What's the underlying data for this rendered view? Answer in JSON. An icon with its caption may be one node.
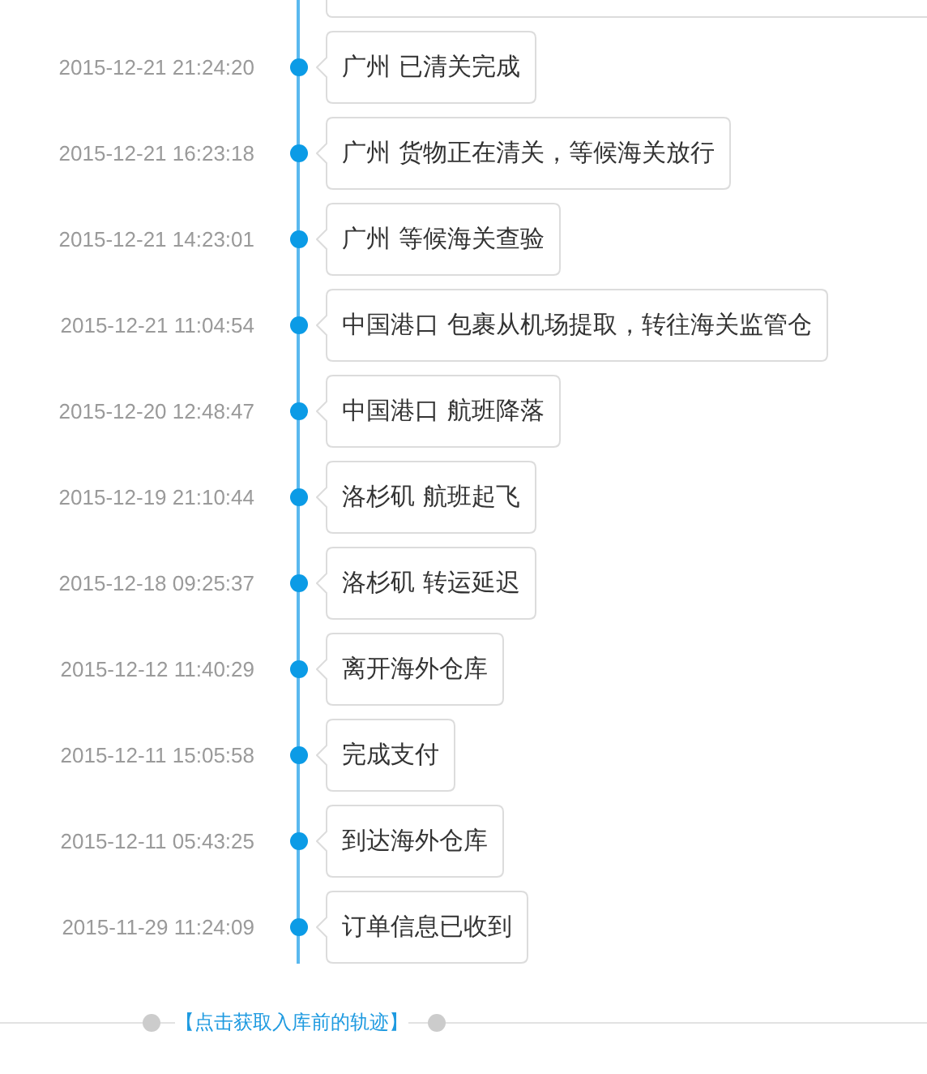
{
  "diagram": {
    "nodes": [
      {
        "text": [],
        "shape": "box"
      },
      {
        "text": [
          "广州 已清关完成"
        ],
        "beside": [
          "2015-12-21 21:24:20"
        ]
      },
      {
        "text": [
          "广州 货物正在清关，等候海关放行"
        ],
        "beside": [
          "2015-12-21 16:23:18"
        ]
      },
      {
        "text": [
          "广州 等候海关查验"
        ],
        "beside": [
          "2015-12-21 14:23:01"
        ]
      },
      {
        "text": [
          "中国港口 包裹从机场提取，转往海关监管仓"
        ],
        "beside": [
          "2015-12-21 11:04:54"
        ]
      },
      {
        "text": [
          "中国港口 航班降落"
        ],
        "beside": [
          "2015-12-20 12:48:47"
        ]
      },
      {
        "text": [
          "洛杉矶 航班起飞"
        ],
        "beside": [
          "2015-12-19 21:10:44"
        ]
      },
      {
        "text": [
          "洛杉矶 转运延迟"
        ],
        "beside": [
          "2015-12-18 09:25:37"
        ]
      },
      {
        "text": [
          "离开海外仓库"
        ],
        "beside": [
          "2015-12-12 11:40:29"
        ]
      },
      {
        "text": [
          "完成支付"
        ],
        "beside": [
          "2015-12-11 15:05:58"
        ]
      },
      {
        "text": [
          "到达海外仓库"
        ],
        "beside": [
          "2015-12-11 05:43:25"
        ]
      },
      {
        "text": [
          "订单信息已收到"
        ],
        "beside": [
          "2015-11-29 11:24:09"
        ]
      }
    ],
    "labels": [
      "【点击获取入库前的轨迹】"
    ]
  }
}
